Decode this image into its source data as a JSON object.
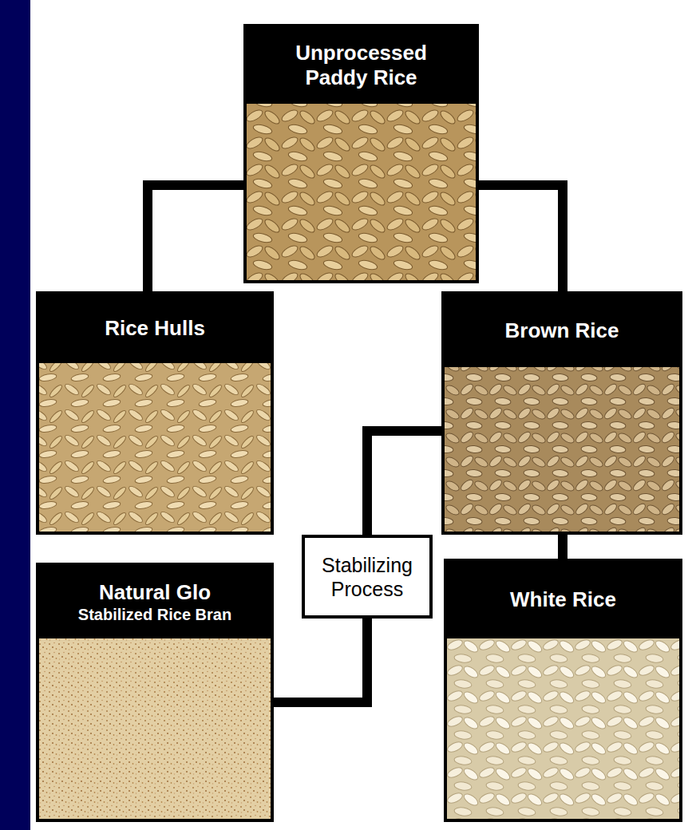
{
  "diagram": {
    "nodes": [
      {
        "text": [
          "Unprocessed Paddy Rice"
        ]
      },
      {
        "text": [
          "Rice Hulls"
        ]
      },
      {
        "text": [
          "Brown Rice"
        ]
      },
      {
        "text": [
          "Stabilizing Process"
        ]
      },
      {
        "text": [
          "Natural Glo",
          "Stabilized Rice Bran"
        ]
      },
      {
        "text": [
          "White Rice"
        ]
      }
    ],
    "edges": [
      {
        "from": 0,
        "to": 1,
        "arrow": "none"
      },
      {
        "from": 0,
        "to": 2,
        "arrow": "none"
      },
      {
        "from": 2,
        "to": 5,
        "arrow": "none"
      },
      {
        "from": 2,
        "to": 3,
        "arrow": "none"
      },
      {
        "from": 3,
        "to": 4,
        "arrow": "none"
      }
    ]
  }
}
